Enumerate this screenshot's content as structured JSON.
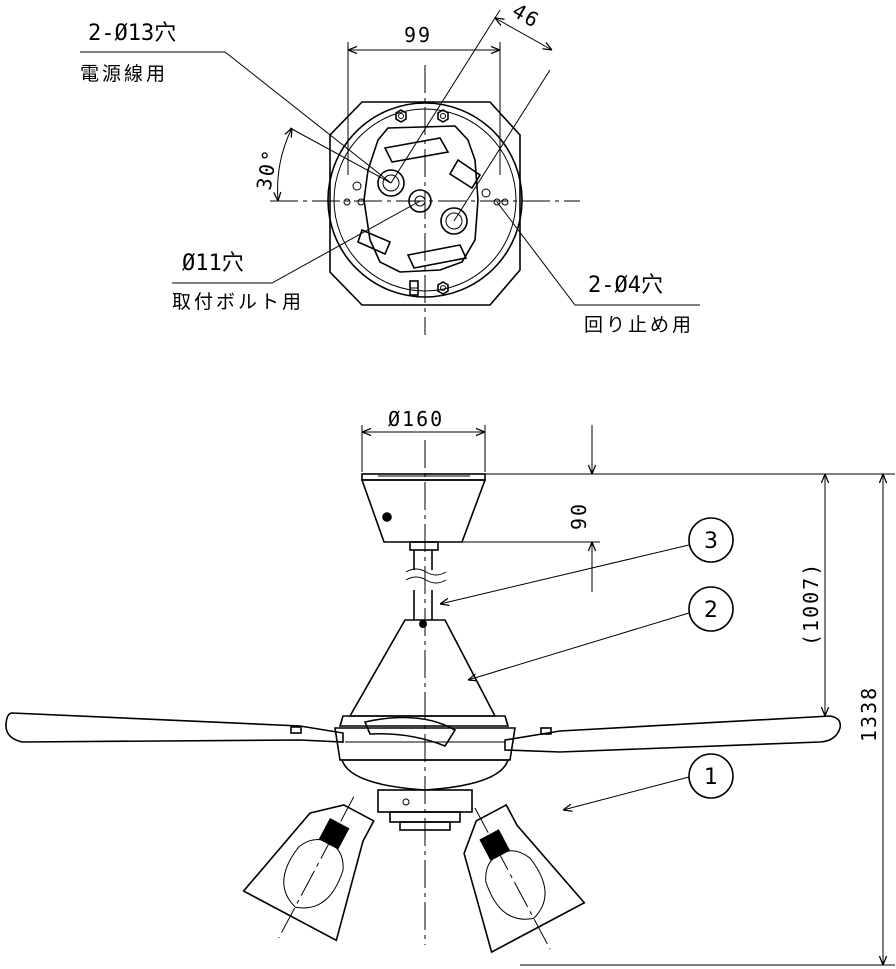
{
  "annotations": {
    "cord_hole": {
      "size": "2-Ø13穴",
      "purpose": "電源線用"
    },
    "bolt_hole": {
      "size": "Ø11穴",
      "purpose": "取付ボルト用"
    },
    "stop_hole": {
      "size": "2-Ø4穴",
      "purpose": "回り止め用"
    }
  },
  "dimensions": {
    "hole_spacing": "99",
    "offset": "46",
    "angle": "30°",
    "canopy_diameter": "Ø160",
    "canopy_height": "90",
    "ceiling_to_blade": "(1007)",
    "total_height": "1338"
  },
  "callouts": [
    "3",
    "2",
    "1"
  ]
}
